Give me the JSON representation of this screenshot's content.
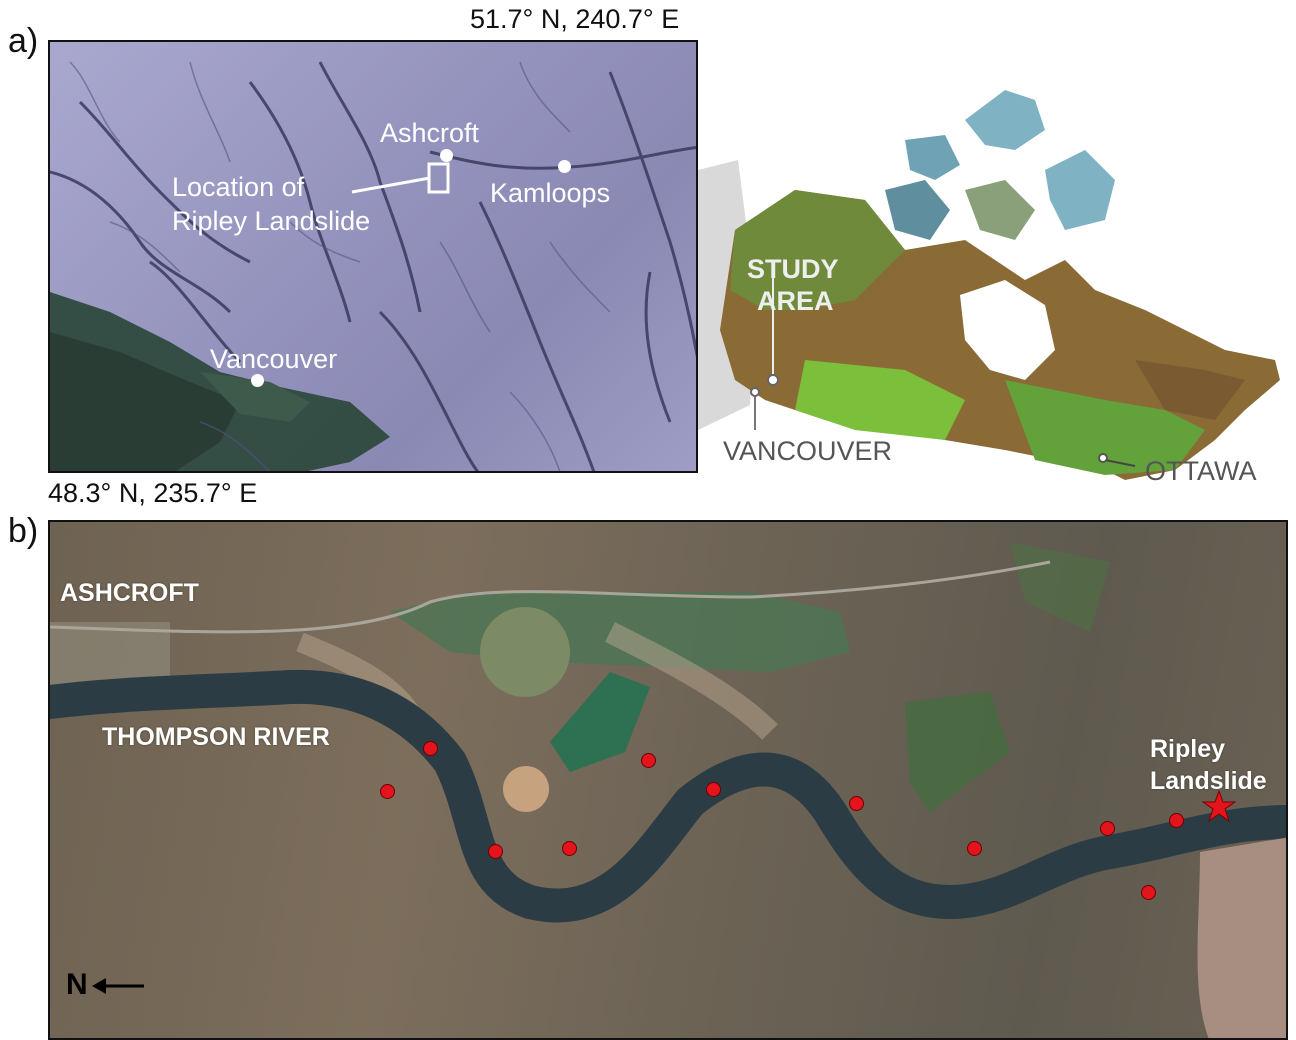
{
  "panel_a": {
    "letter": "a)",
    "top_right_coord": "51.7° N, 240.7° E",
    "bottom_left_coord": "48.3° N, 235.7° E",
    "labels": {
      "ashcroft": "Ashcroft",
      "kamloops": "Kamloops",
      "vancouver": "Vancouver",
      "location_line1": "Location of",
      "location_line2": "Ripley Landslide"
    },
    "inset": {
      "study_line1": "STUDY",
      "study_line2": "AREA",
      "vancouver": "VANCOUVER",
      "ottawa": "OTTAWA"
    }
  },
  "panel_b": {
    "letter": "b)",
    "labels": {
      "ashcroft": "ASHCROFT",
      "river": "THOMPSON RIVER",
      "landslide_line1": "Ripley",
      "landslide_line2": "Landslide",
      "north": "N"
    },
    "marker_color": "#e3141b"
  },
  "colors": {
    "relief_base": "#9a99c4",
    "water": "#2f4a3e",
    "satellite_base": "#6f6454",
    "river": "#2c3c44"
  }
}
